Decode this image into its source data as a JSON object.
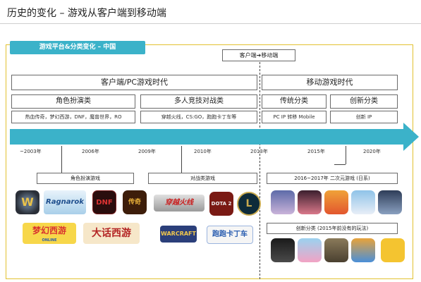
{
  "page_title": "历史的变化 – 游戏从客户端到移动端",
  "section_tag": "游戏平台&分类变化 – 中国",
  "transition_label": "客户端➔移动端",
  "eras": [
    "客户端/PC游戏时代",
    "移动游戏时代"
  ],
  "categories": {
    "rpg": "角色扮演类",
    "moba": "多人竞技对战类",
    "traditional": "传统分类",
    "innovative": "创新分类"
  },
  "games": {
    "rpg": "热血传奇，梦幻西游，DNF，魔兽世界，RO",
    "moba": "穿越火线，CS:GO，跑跑卡丁车等",
    "traditional": "PC IP 转移 Mobile",
    "innovative": "创新 IP"
  },
  "years": [
    "~2003年",
    "2006年",
    "2009年",
    "2010年",
    "2013年",
    "2015年",
    "2020年"
  ],
  "sections": {
    "rpg": "角色扮演游戏",
    "moba": "对战类游戏",
    "anime": "2016~2017年 二次元游戏 (日系)",
    "innovative": "创新分类 (2015年前没有的玩法)"
  },
  "logos": {
    "dota2": "DOTA 2",
    "lol": "L",
    "menghuan": "梦幻西游",
    "menghuan_sub": "ONLINE",
    "dahua": "大话西游",
    "warcraft": "WARCRAFT",
    "kart": "跑跑卡丁车",
    "cf": "穿越火线",
    "ro": "Ragnarok",
    "wow": "W",
    "dnf": "DNF",
    "legend": "传奇"
  },
  "colors": {
    "accent": "#3bb2c9",
    "frame": "#e2c230"
  }
}
